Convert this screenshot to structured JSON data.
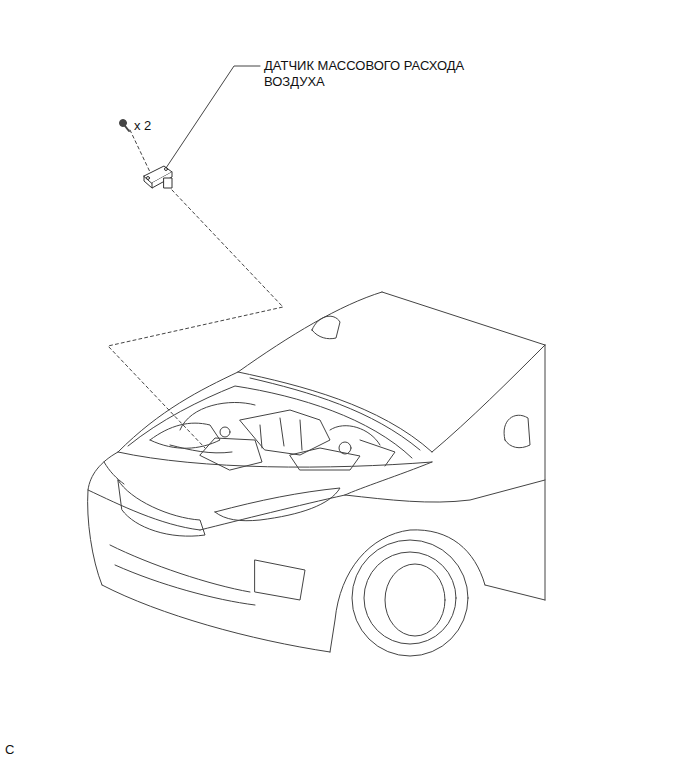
{
  "diagram": {
    "labels": [
      "ДАТЧИК МАССОВОГО РАСХОДА ВОЗДУХА",
      "x 2",
      "C"
    ]
  }
}
